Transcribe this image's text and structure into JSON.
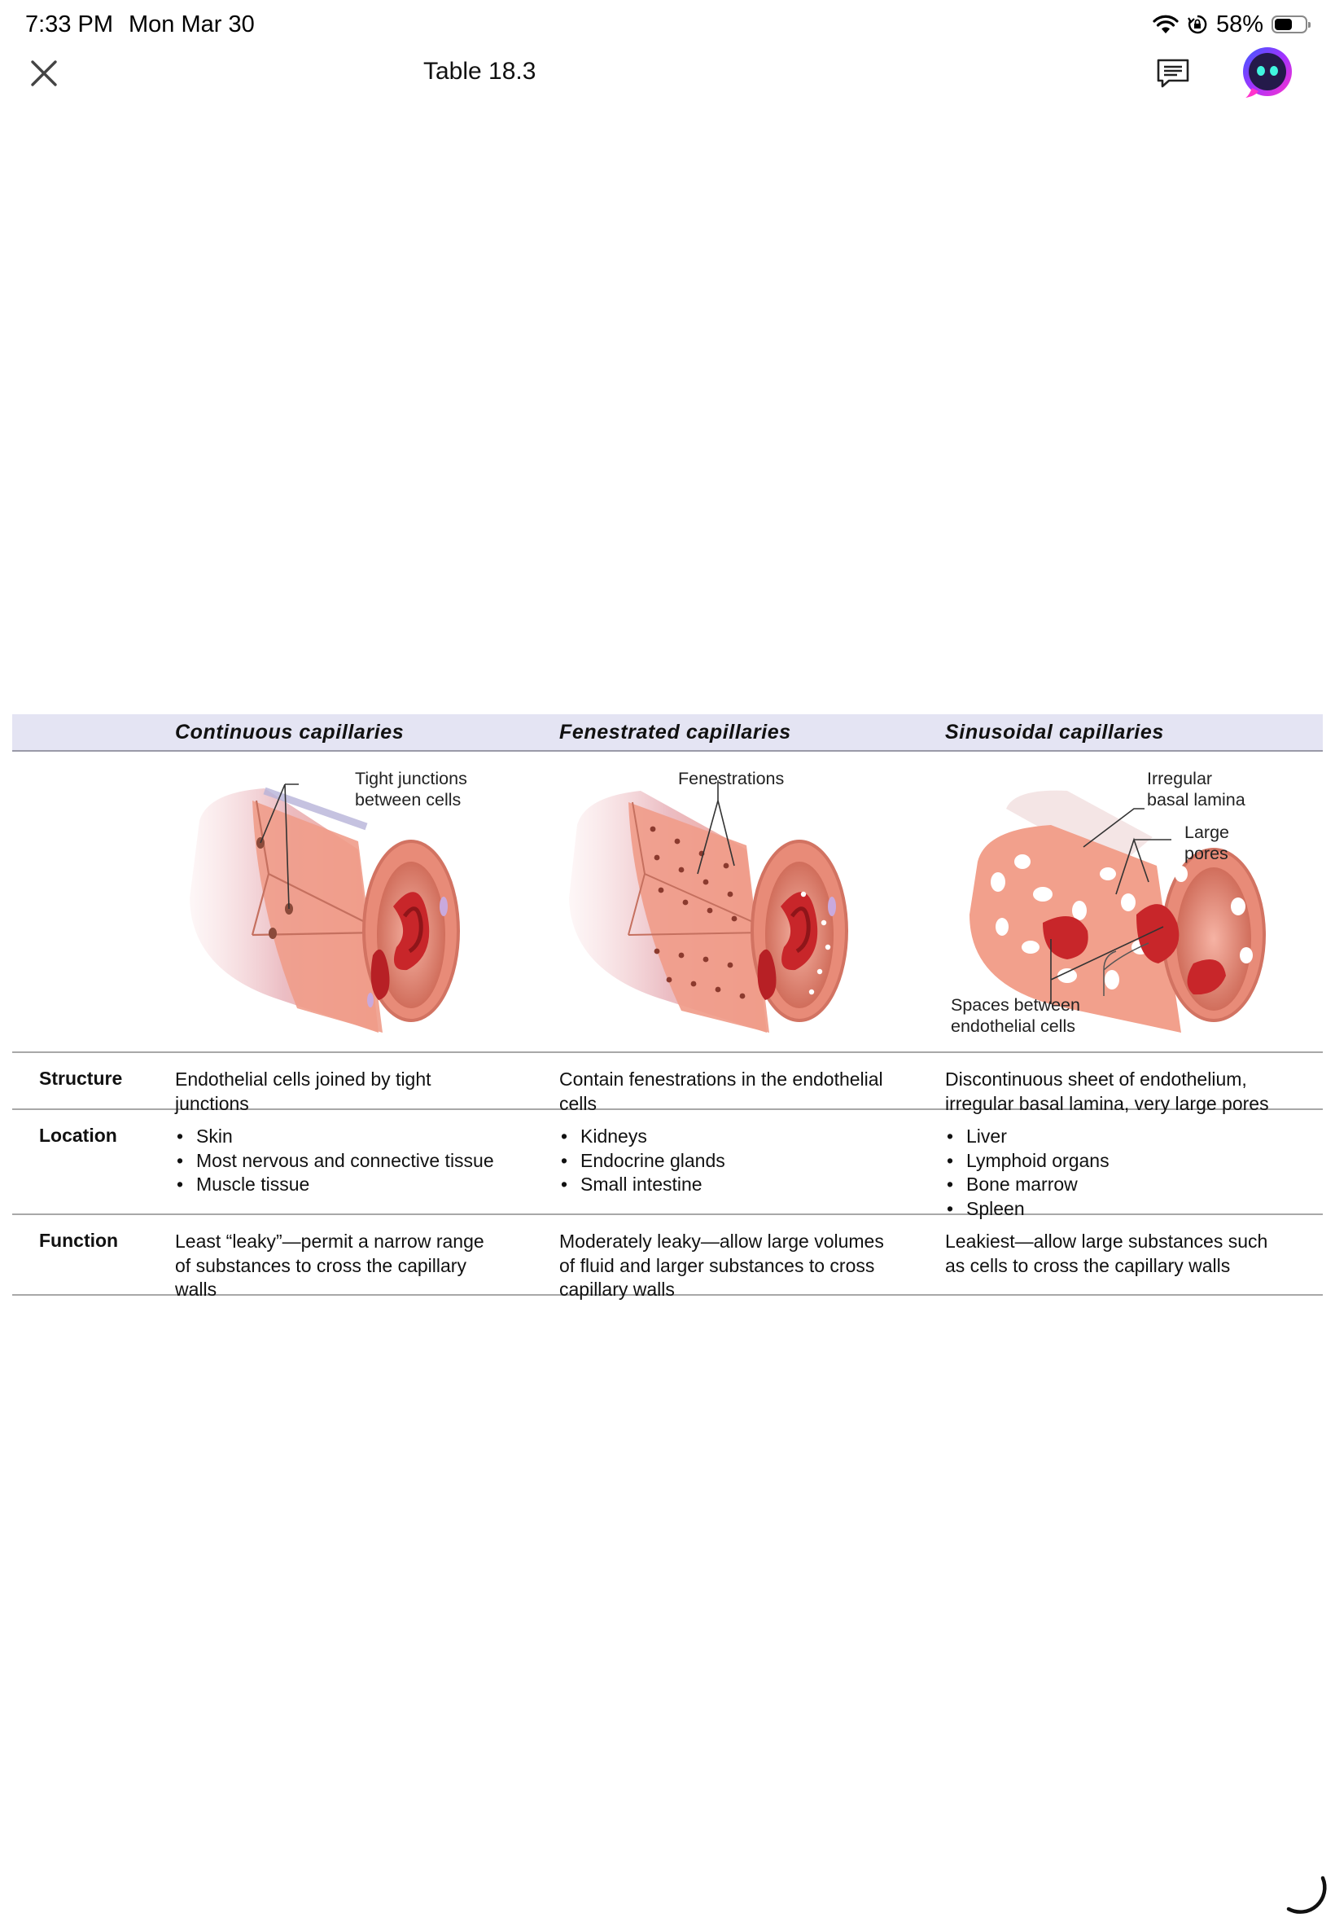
{
  "status_bar": {
    "time": "7:33 PM",
    "date": "Mon Mar 30",
    "battery_text": "58%",
    "battery_level": 0.58
  },
  "nav": {
    "title": "Table 18.3",
    "close_icon": "close-icon",
    "comment_icon": "comment-icon",
    "assistant_icon": "assistant-avatar-icon"
  },
  "table": {
    "columns": [
      {
        "heading": "Continuous capillaries",
        "labels": [
          "Tight junctions",
          "between cells"
        ]
      },
      {
        "heading": "Fenestrated capillaries",
        "labels": [
          "Fenestrations"
        ]
      },
      {
        "heading": "Sinusoidal capillaries",
        "labels": [
          "Irregular",
          "basal lamina",
          "Large",
          "pores",
          "Spaces between",
          "endothelial cells"
        ]
      }
    ],
    "rows": [
      {
        "label": "Structure",
        "cells": [
          [
            "Endothelial cells joined by tight",
            "junctions"
          ],
          [
            "Contain fenestrations in the endothelial",
            "cells"
          ],
          [
            "Discontinuous sheet of endothelium,",
            "irregular basal lamina, very large pores"
          ]
        ]
      },
      {
        "label": "Location",
        "cells": [
          [
            "Skin",
            "Most nervous and connective tissue",
            "Muscle tissue"
          ],
          [
            "Kidneys",
            "Endocrine glands",
            "Small intestine"
          ],
          [
            "Liver",
            "Lymphoid organs",
            "Bone marrow",
            "Spleen"
          ]
        ]
      },
      {
        "label": "Function",
        "cells": [
          [
            "Least “leaky”—permit a narrow range",
            "of substances to cross the capillary",
            "walls"
          ],
          [
            "Moderately leaky—allow large volumes",
            "of fluid and larger substances to cross",
            "capillary walls"
          ],
          [
            "Leakiest—allow large substances such",
            "as cells to cross the capillary walls"
          ]
        ]
      }
    ]
  },
  "colors": {
    "header_bg": "#e4e4f3",
    "vessel_wall": "#f2a08c",
    "vessel_dark": "#d9745f",
    "red_cell": "#c8262a",
    "assistant_ring": "#a033ff"
  }
}
